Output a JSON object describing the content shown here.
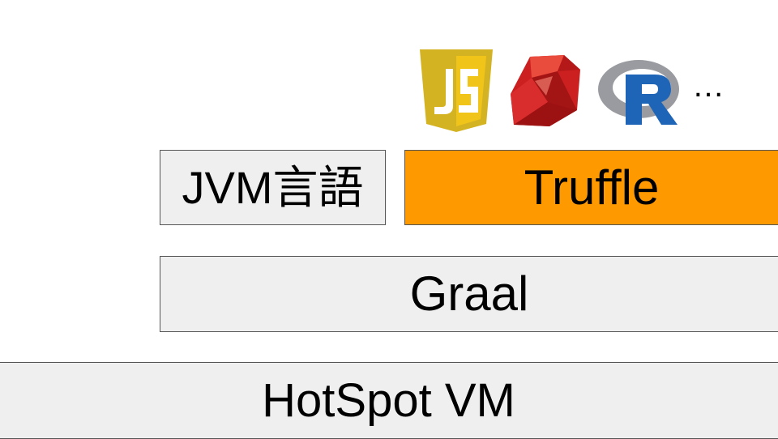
{
  "languages": {
    "logos": [
      "javascript-logo",
      "ruby-logo",
      "r-logo"
    ],
    "more": "…"
  },
  "stack": {
    "jvm_languages": "JVM言語",
    "truffle": "Truffle",
    "graal": "Graal",
    "hotspot": "HotSpot VM"
  },
  "colors": {
    "truffle": "#ff9900",
    "box": "#efefef",
    "border": "#555555",
    "js_logo": "#f0c419",
    "ruby_logo": "#cc1f1f",
    "r_logo_ring": "#9a9ba0",
    "r_logo_letter": "#1f65b7"
  }
}
